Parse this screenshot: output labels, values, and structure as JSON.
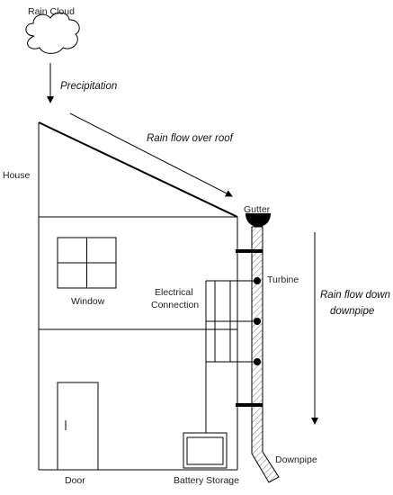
{
  "labels": {
    "rain_cloud": "Rain Cloud",
    "precipitation": "Precipitation",
    "rain_flow_roof": "Rain flow over roof",
    "house": "House",
    "gutter": "Gutter",
    "window": "Window",
    "electrical_line1": "Electrical",
    "electrical_line2": "Connection",
    "turbine": "Turbine",
    "rain_flow_down_line1": "Rain flow down",
    "rain_flow_down_line2": "downpipe",
    "door": "Door",
    "battery_storage": "Battery Storage",
    "downpipe": "Downpipe"
  }
}
